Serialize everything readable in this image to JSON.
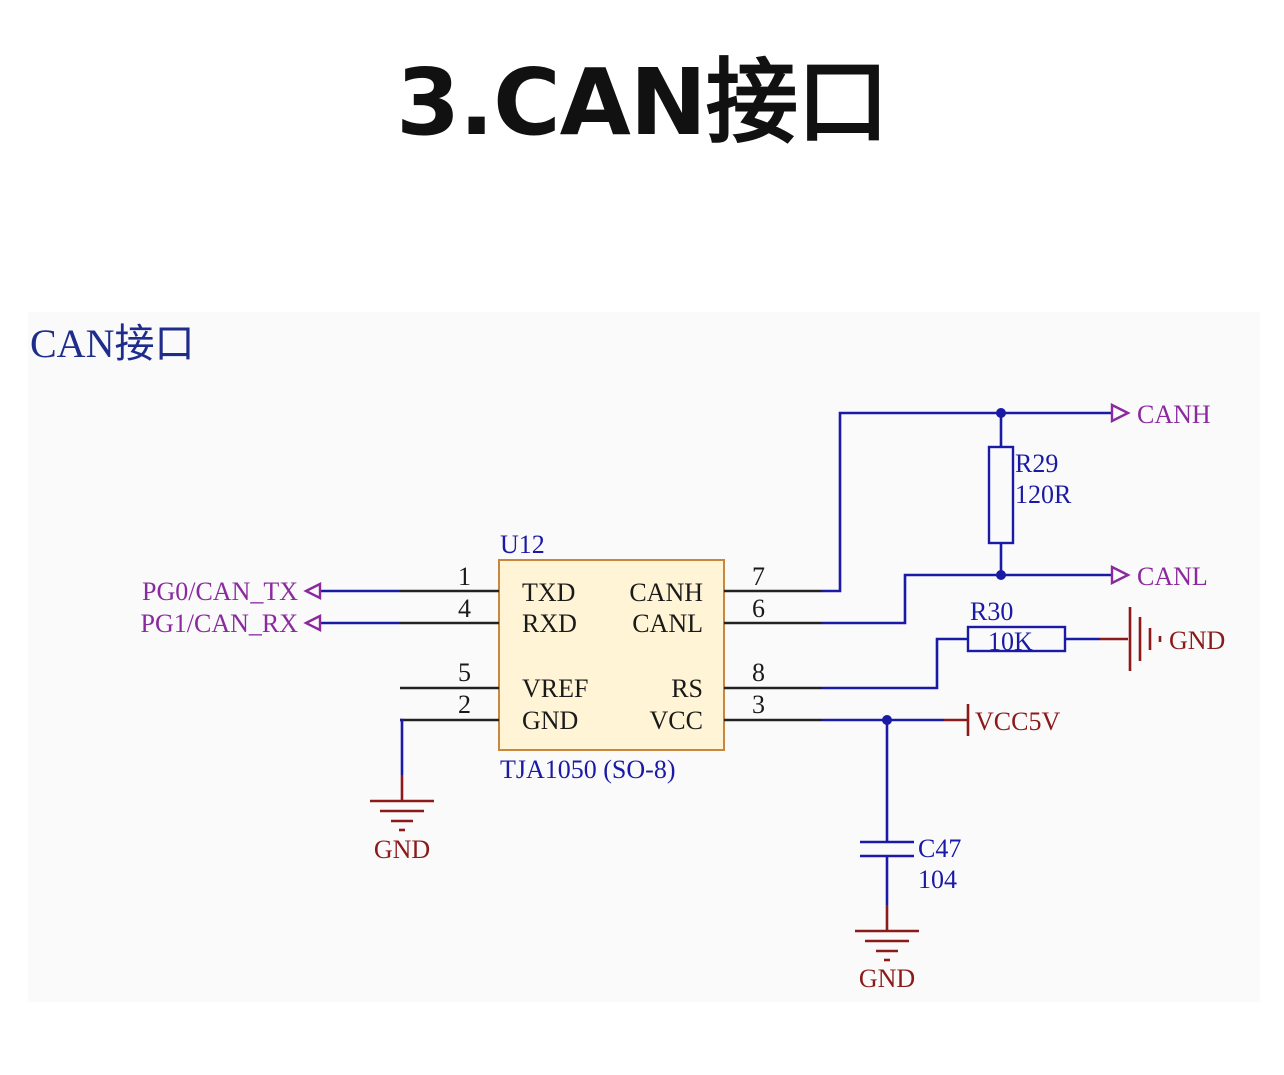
{
  "title": "3.CAN接口",
  "schematic": {
    "section_label": "CAN接口",
    "ic": {
      "ref": "U12",
      "part": "TJA1050 (SO-8)",
      "left_pins": [
        {
          "num": "1",
          "name": "TXD"
        },
        {
          "num": "4",
          "name": "RXD"
        },
        {
          "num": "5",
          "name": "VREF"
        },
        {
          "num": "2",
          "name": "GND"
        }
      ],
      "right_pins": [
        {
          "num": "7",
          "name": "CANH"
        },
        {
          "num": "6",
          "name": "CANL"
        },
        {
          "num": "8",
          "name": "RS"
        },
        {
          "num": "3",
          "name": "VCC"
        }
      ],
      "fill_color": "#fff5d6",
      "border_color": "#c9863f"
    },
    "ports": {
      "tx": "PG0/CAN_TX",
      "rx": "PG1/CAN_RX",
      "canh": "CANH",
      "canl": "CANL"
    },
    "r29": {
      "ref": "R29",
      "value": "120R"
    },
    "r30": {
      "ref": "R30",
      "value": "10K"
    },
    "c47": {
      "ref": "C47",
      "value": "104"
    },
    "power": {
      "vcc": "VCC5V",
      "gnd_left": "GND",
      "gnd_cap": "GND",
      "gnd_rs": "GND"
    },
    "colors": {
      "wire": "#1a1aa6",
      "power": "#8b1a1a",
      "port": "#8a2a9e",
      "label": "#1e2d8c"
    }
  }
}
